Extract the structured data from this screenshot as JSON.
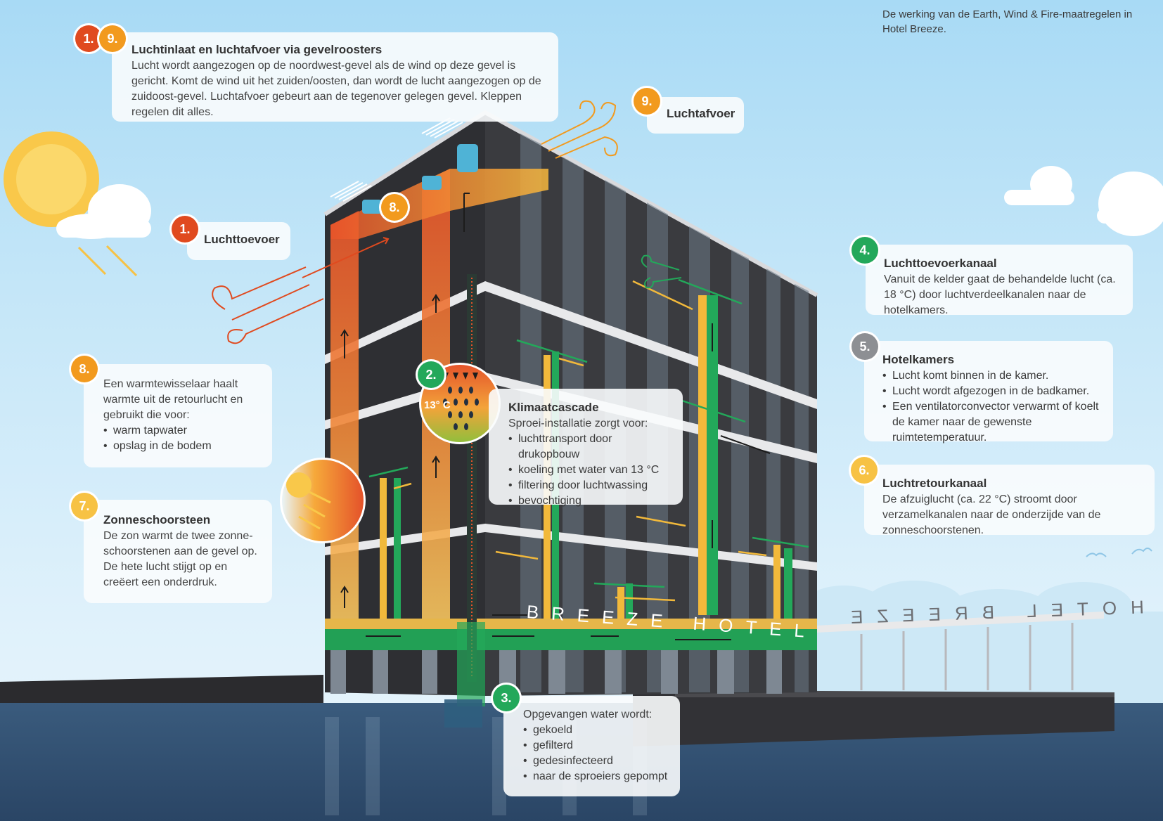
{
  "caption": "De werking van de Earth, Wind & Fire-maatregelen in Hotel Breeze.",
  "badges": {
    "b1": "1.",
    "b9": "9.",
    "b8": "8.",
    "b2": "2.",
    "b3": "3.",
    "b4": "4.",
    "b5": "5.",
    "b6": "6.",
    "b7": "7."
  },
  "callouts": {
    "inlaat": {
      "title": "Luchtinlaat en luchtafvoer via gevelroosters",
      "body": "Lucht wordt aangezogen op de noordwest-gevel als de wind op deze gevel is gericht. Komt de wind uit het zuiden/oosten, dan wordt de lucht aangezogen op de zuidoost-gevel. Luchtafvoer gebeurt aan de tegenover gelegen gevel. Kleppen regelen dit alles."
    },
    "luchtafvoer": {
      "title": "Luchtafvoer"
    },
    "luchttoevoer": {
      "title": "Luchttoevoer"
    },
    "warmtewisselaar": {
      "body": "Een warmtewisselaar haalt warmte uit de retourlucht en gebruikt die voor:",
      "items": [
        "warm tapwater",
        "opslag in de bodem"
      ]
    },
    "zonneschoorsteen": {
      "title": "Zonneschoorsteen",
      "body": "De zon warmt de twee zonne-schoorstenen aan de gevel op. De hete lucht stijgt op en creëert een onderdruk."
    },
    "klimaatcascade": {
      "title": "Klimaatcascade",
      "body": "Sproei-installatie zorgt voor:",
      "items": [
        "luchttransport door drukopbouw",
        "koeling met water van 13 °C",
        "filtering door luchtwassing",
        "bevochtiging"
      ]
    },
    "water": {
      "body": "Opgevangen water wordt:",
      "items": [
        "gekoeld",
        "gefilterd",
        "gedesinfecteerd",
        "naar de sproeiers gepompt"
      ]
    },
    "toevoerkanaal": {
      "title": "Luchttoevoerkanaal",
      "body": "Vanuit de kelder gaat de behandelde lucht (ca. 18 °C) door luchtverdeelkanalen naar de hotelkamers."
    },
    "hotelkamers": {
      "title": "Hotelkamers",
      "items": [
        "Lucht komt binnen in de kamer.",
        "Lucht wordt afgezogen in de badkamer.",
        "Een ventilatorconvector verwarmt of koelt de kamer naar de gewenste ruimtetemperatuur."
      ]
    },
    "retourkanaal": {
      "title": "Luchtretourkanaal",
      "body": "De afzuiglucht (ca. 22 °C) stroomt door verzamelkanalen naar de onderzijde van de zonneschoorstenen."
    }
  },
  "cascade_temp": "13° C",
  "sign_front": "BREEZE HOTEL",
  "sign_canopy": "HOTEL BREEZE",
  "colors": {
    "red": "#e04a1f",
    "orange": "#f29a1e",
    "green": "#23a85a",
    "grey": "#8d8f93",
    "yellow": "#f7c244",
    "sky": "#b9e1f7",
    "water": "#2f4e6e"
  }
}
